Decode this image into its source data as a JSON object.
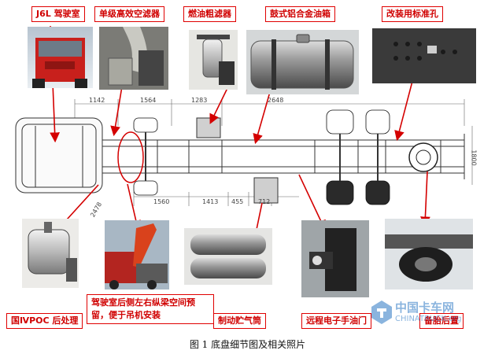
{
  "labels": {
    "cab": "J6L 驾驶室",
    "air_filter": "单级高效空滤器",
    "fuel_filter": "燃油粗滤器",
    "fuel_tank": "鼓式铝合金油箱",
    "std_holes": "改装用标准孔",
    "poc": "国ⅣPOC 后处理",
    "crane_space": "驾驶室后侧左右纵梁空间预留，便于吊机安装",
    "air_tank": "制动贮气筒",
    "handbrake": "远程电子手油门",
    "spare_tire": "备胎后置"
  },
  "dimensions": {
    "top": [
      "1142",
      "1564",
      "1283",
      "2648"
    ],
    "bottom": [
      "1560",
      "1413",
      "455",
      "712"
    ],
    "left": "2478",
    "right": "1800"
  },
  "watermark": {
    "name": "中国卡车网",
    "domain": "CHINATRUCK.org"
  },
  "caption": "图 1  底盘细节图及相关照片",
  "colors": {
    "label_border": "#e00000",
    "label_text": "#d00000",
    "arrow": "#d40000",
    "cab_red": "#c8201c"
  }
}
